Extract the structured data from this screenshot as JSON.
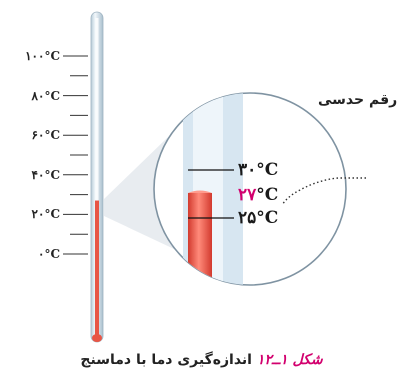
{
  "thermometer": {
    "scale_labels": [
      "۱۰۰°C",
      "۸۰°C",
      "۶۰°C",
      "۴۰°C",
      "۲۰°C",
      "۰°C"
    ],
    "liquid_level_celsius": 27,
    "scale_min_celsius": 0,
    "scale_max_celsius": 100
  },
  "zoom": {
    "label_top": "۳۰°C",
    "label_bottom": "۲۵°C",
    "estimate_digits": "۲۷",
    "estimate_unit": "°C",
    "callout": "رقم حدسی"
  },
  "caption": {
    "figure_number": "شکل ۱ــ۱۲",
    "text": "اندازه‌گیری دما با دماسنج"
  },
  "colors": {
    "liquid": "#f0594a",
    "estimate": "#d2006e",
    "glass": "#dbe9f2"
  }
}
